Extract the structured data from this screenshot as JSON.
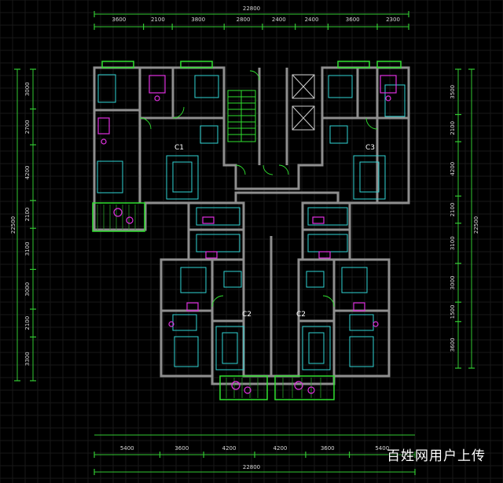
{
  "drawing": {
    "top_total": "22800",
    "top_segments": [
      "3600",
      "2100",
      "3800",
      "2800",
      "2400",
      "2400",
      "3600",
      "2300"
    ],
    "bottom_total": "22800",
    "bottom_segments": [
      "5400",
      "3600",
      "4200",
      "4200",
      "3600",
      "5400"
    ],
    "left_total": "22500",
    "left_segments": [
      "3000",
      "2700",
      "4200",
      "2100",
      "3100",
      "3000",
      "2100",
      "3300"
    ],
    "right_total": "22500",
    "right_segments": [
      "3500",
      "2100",
      "4200",
      "2100",
      "3100",
      "3000",
      "1500",
      "3600"
    ],
    "unit_labels": [
      "C1",
      "C3",
      "C2",
      "C2"
    ]
  },
  "watermark": "百姓网用户上传",
  "colors": {
    "background": "#000000",
    "grid": "#1a1a1a",
    "wall": "#8e8e8e",
    "dimension_line": "#32c832",
    "furniture": "#2fd4d4",
    "fixture": "#e030e0",
    "balcony": "#30e030",
    "text": "#d8d8d8"
  }
}
